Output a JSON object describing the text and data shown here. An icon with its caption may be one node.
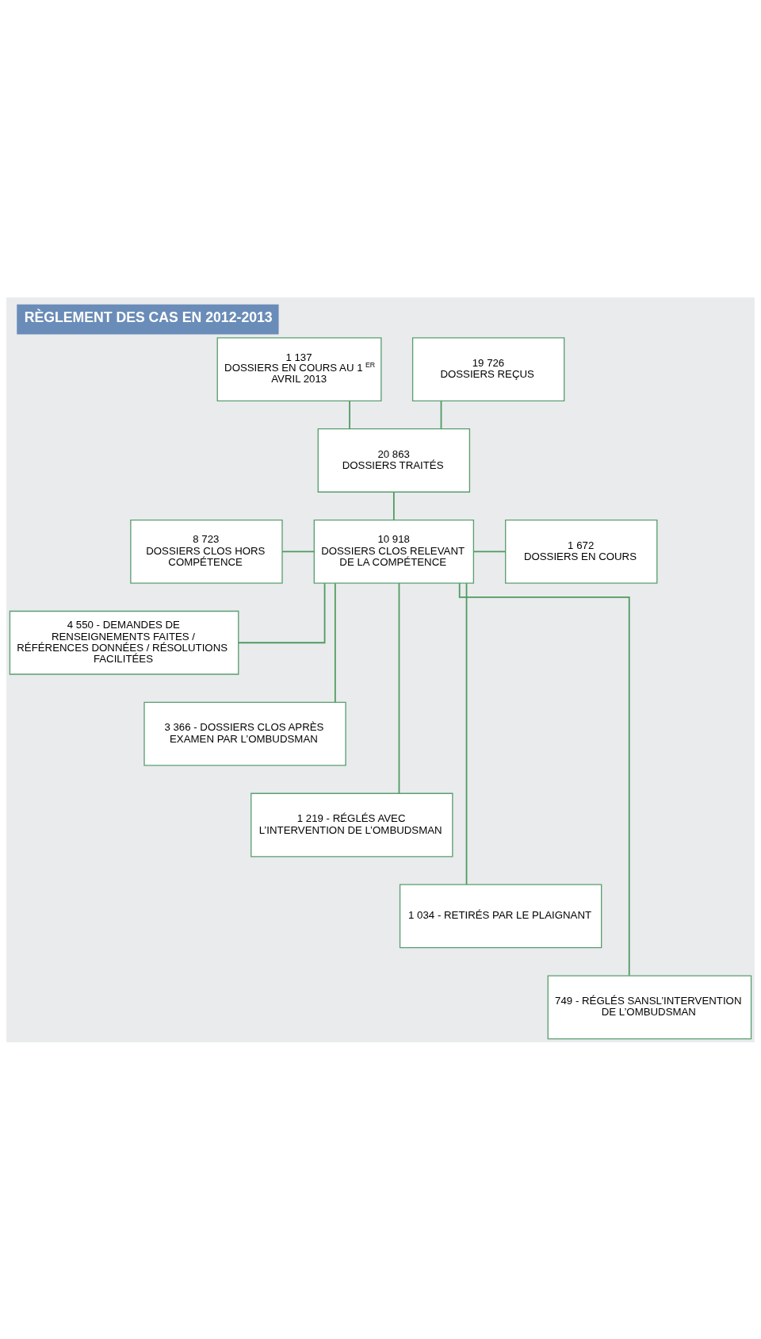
{
  "diagram": {
    "title": "RÈGLEMENT DES CAS EN 2012-2013",
    "nodes": [
      {
        "text": [
          "1 137",
          "DOSSIERS EN COURS AU 1$^{ER}$ AVRIL 2013"
        ]
      },
      {
        "text": [
          "19 726",
          "DOSSIERS REÇUS"
        ]
      },
      {
        "text": [
          "20 863",
          "DOSSIERS TRAITÉS"
        ]
      },
      {
        "text": [
          "8 723",
          "DOSSIERS CLOS HORS COMPÉTENCE"
        ]
      },
      {
        "text": [
          "10 918",
          "DOSSIERS CLOS RELEVANT DE LA COMPÉTENCE"
        ]
      },
      {
        "text": [
          "1 672",
          "DOSSIERS EN COURS"
        ]
      },
      {
        "text": [
          "4 550 - DEMANDES DE RENSEIGNEMENTS FAITES / RÉFÉRENCES DONNÉES / RÉSOLUTIONS FACILITÉES"
        ]
      },
      {
        "text": [
          "3 366 - DOSSIERS CLOS APRÈS EXAMEN PAR L’OMBUDSMAN"
        ]
      },
      {
        "text": [
          "1 219 - RÉGLÉS AVEC L’INTERVENTION DE L’OMBUDSMAN"
        ]
      },
      {
        "text": [
          "1 034 - RETIRÉS PAR LE PLAIGNANT"
        ]
      },
      {
        "text": [
          "749 - RÉGLÉS SANSL’INTERVENTION DE L’OMBUDSMAN"
        ]
      }
    ],
    "edges": [
      {
        "from": 0,
        "to": 2,
        "arrow": "none"
      },
      {
        "from": 1,
        "to": 2,
        "arrow": "none"
      },
      {
        "from": 2,
        "to": 4,
        "arrow": "none"
      },
      {
        "from": 3,
        "to": 4,
        "arrow": "none"
      },
      {
        "from": 4,
        "to": 5,
        "arrow": "none"
      },
      {
        "from": 4,
        "to": 6,
        "arrow": "none"
      },
      {
        "from": 4,
        "to": 7,
        "arrow": "none"
      },
      {
        "from": 4,
        "to": 8,
        "arrow": "none"
      },
      {
        "from": 4,
        "to": 9,
        "arrow": "none"
      },
      {
        "from": 4,
        "to": 10,
        "arrow": "none"
      }
    ]
  }
}
